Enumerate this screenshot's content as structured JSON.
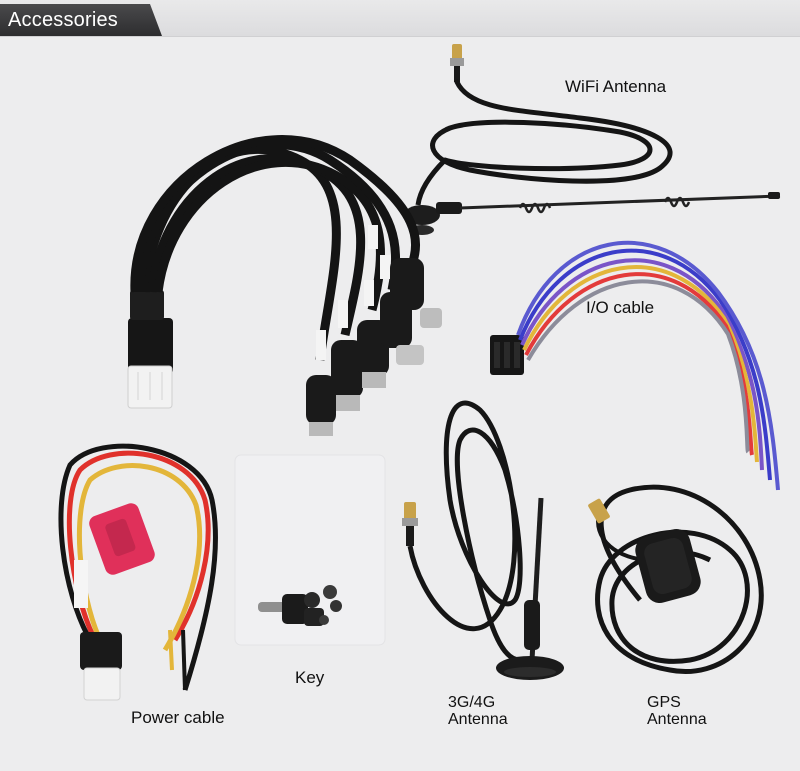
{
  "header": {
    "title": "Accessories"
  },
  "labels": {
    "wifi": "WiFi Antenna",
    "io": "I/O cable",
    "key": "Key",
    "power": "Power cable",
    "antenna_3g_line1": "3G/4G",
    "antenna_3g_line2": "Antenna",
    "gps_line1": "GPS",
    "gps_line2": "Antenna"
  },
  "colors": {
    "background": "#ededee",
    "header_tab": "#3a3a3c",
    "cable": "#151515",
    "power_red": "#e0312b",
    "power_yellow": "#e3b63a",
    "fuse_pink": "#e0305a"
  }
}
